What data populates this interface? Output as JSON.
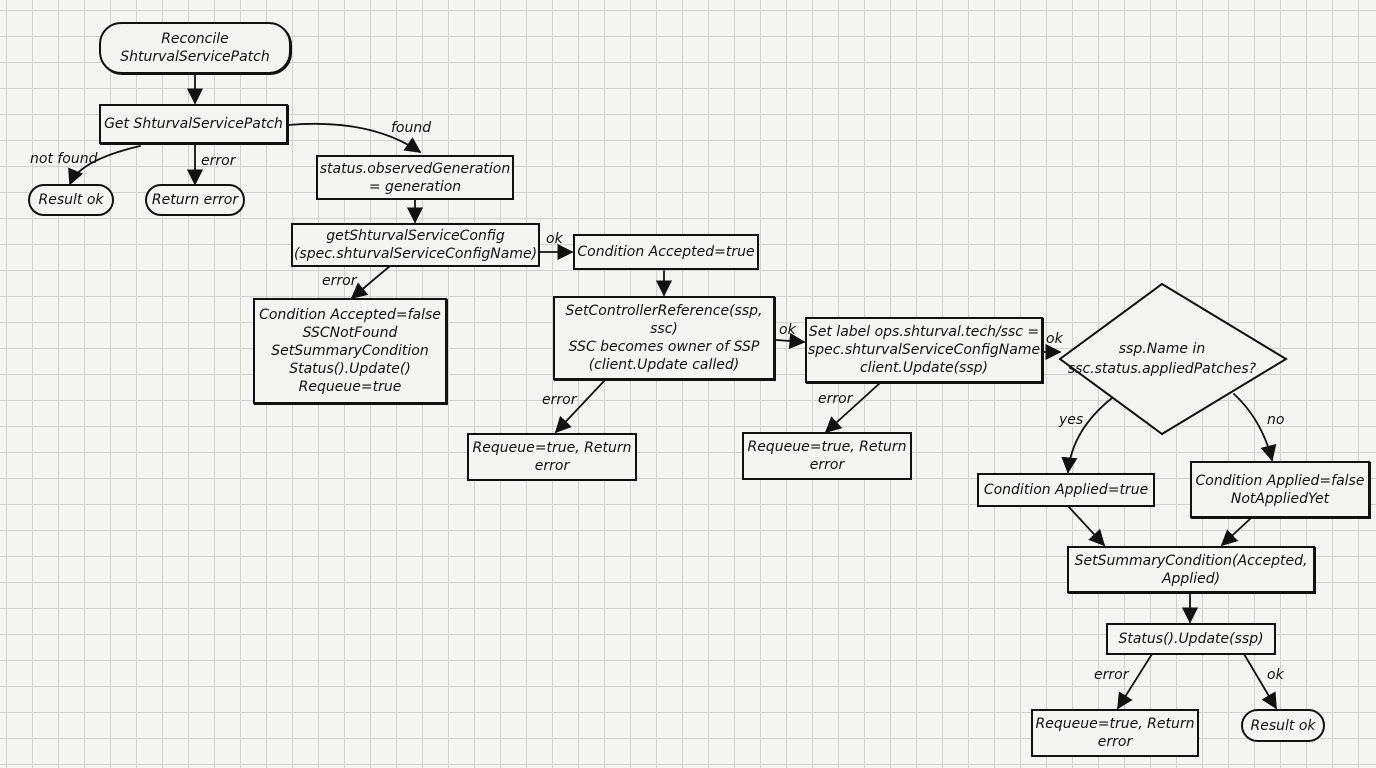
{
  "nodes": {
    "start": [
      "Reconcile",
      "ShturvalServicePatch"
    ],
    "get": [
      "Get ShturvalServicePatch"
    ],
    "result_ok_1": [
      "Result ok"
    ],
    "return_error": [
      "Return error"
    ],
    "observed": [
      "status.observedGeneration",
      "= generation"
    ],
    "get_config": [
      "getShturvalServiceConfig",
      "(spec.shturvalServiceConfigName)"
    ],
    "accepted_true": [
      "Condition Accepted=true"
    ],
    "accepted_false": [
      "Condition Accepted=false",
      "SSCNotFound",
      "SetSummaryCondition",
      "Status().Update()",
      "Requeue=true"
    ],
    "set_ctrl_ref": [
      "SetControllerReference(ssp,",
      "ssc)",
      "SSC becomes owner of SSP",
      "(client.Update called)"
    ],
    "requeue_1": [
      "Requeue=true, Return",
      "error"
    ],
    "set_label": [
      "Set label ops.shturval.tech/ssc =",
      "spec.shturvalServiceConfigName",
      "client.Update(ssp)"
    ],
    "requeue_2": [
      "Requeue=true, Return",
      "error"
    ],
    "decision": [
      "ssp.Name in",
      "ssc.status.appliedPatches?"
    ],
    "applied_true": [
      "Condition Applied=true"
    ],
    "applied_false": [
      "Condition Applied=false",
      "NotAppliedYet"
    ],
    "summary": [
      "SetSummaryCondition(Accepted,",
      "Applied)"
    ],
    "status_update": [
      "Status().Update(ssp)"
    ],
    "requeue_3": [
      "Requeue=true, Return",
      "error"
    ],
    "result_ok_2": [
      "Result ok"
    ]
  },
  "edge_labels": {
    "not_found": "not found",
    "error_get": "error",
    "found": "found",
    "ok_config": "ok",
    "error_config": "error",
    "ok_ctrl": "ok",
    "error_ctrl": "error",
    "ok_label": "ok",
    "error_label": "error",
    "yes": "yes",
    "no": "no",
    "error_status": "error",
    "ok_status": "ok"
  },
  "colors": {
    "ink": "#111111",
    "paper": "#f4f4f2",
    "grid": "#d2d2cf"
  }
}
